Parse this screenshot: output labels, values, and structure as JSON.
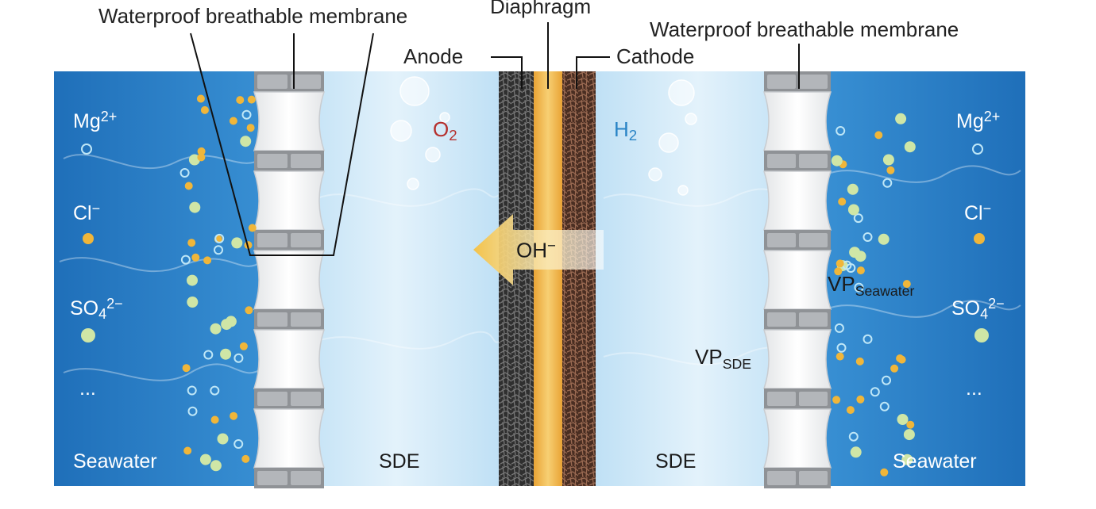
{
  "labels": {
    "membrane_left": "Waterproof breathable membrane",
    "membrane_right": "Waterproof breathable membrane",
    "diaphragm": "Diaphragm",
    "anode": "Anode",
    "cathode": "Cathode",
    "oxygen": {
      "base": "O",
      "sub": "2"
    },
    "hydrogen": {
      "base": "H",
      "sub": "2"
    },
    "hydroxide": {
      "base": "OH",
      "sup": "−"
    },
    "sde_left": "SDE",
    "sde_right": "SDE",
    "vp_seawater": {
      "base": "VP",
      "sub": "Seawater"
    },
    "vp_sde": {
      "base": "VP",
      "sub": "SDE"
    }
  },
  "seawater_left": {
    "ions": [
      {
        "base": "Mg",
        "sup": "2+"
      },
      {
        "base": "Cl",
        "sup": "−"
      },
      {
        "base": "SO",
        "sub": "4",
        "sup": "2−"
      }
    ],
    "ellipsis": "...",
    "label": "Seawater"
  },
  "seawater_right": {
    "ions": [
      {
        "base": "Mg",
        "sup": "2+"
      },
      {
        "base": "Cl",
        "sup": "−"
      },
      {
        "base": "SO",
        "sub": "4",
        "sup": "2−"
      }
    ],
    "ellipsis": "...",
    "label": "Seawater"
  },
  "colors": {
    "seawater": "#2c7fc6",
    "sde": "#cfe7f7",
    "diaphragm": "#f2b84a",
    "anode": "#3a3a3a",
    "cathode": "#5a3a2a",
    "oxygen_label": "#b5302d",
    "hydrogen_label": "#2a84c6",
    "arrow": "#f2c34c",
    "ion_mg": "#bfe7f7",
    "ion_cl": "#f0b63a",
    "ion_so4": "#cfe6a6"
  }
}
